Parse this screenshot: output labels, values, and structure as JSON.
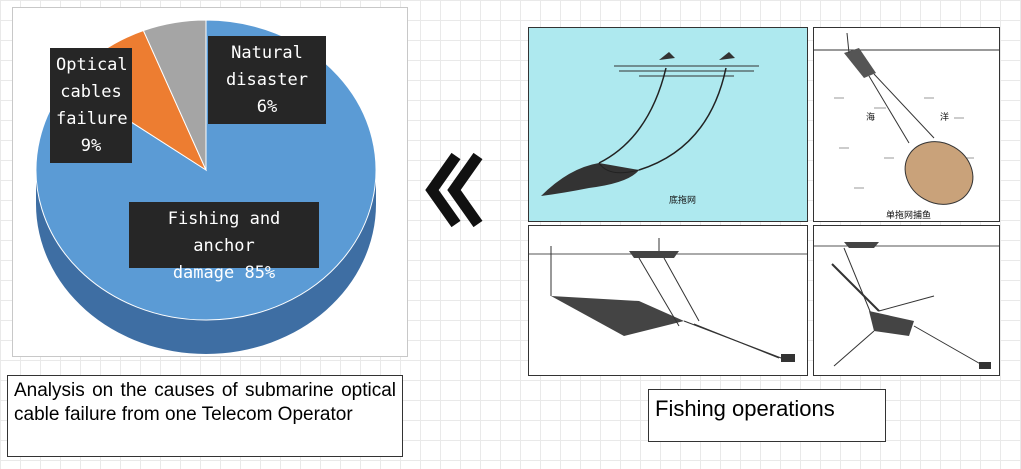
{
  "chart_data": {
    "type": "pie",
    "categories": [
      "Fishing and anchor damage",
      "Optical cables failure",
      "Natural disaster"
    ],
    "values": [
      85,
      9,
      6
    ],
    "labels": [
      [
        "Fishing and anchor",
        "damage 85%"
      ],
      [
        "Optical",
        "cables",
        "failure",
        "9%"
      ],
      [
        "Natural",
        "disaster",
        "6%"
      ]
    ],
    "colors": [
      "#5b9bd5",
      "#ed7d31",
      "#a5a5a5"
    ],
    "side_color": "#3e6ea3",
    "style": "3d",
    "legend": "none"
  },
  "captions": {
    "left": "Analysis on the causes of submarine optical cable failure from one Telecom Operator",
    "right": "Fishing operations"
  },
  "photos": {
    "top_left_caption": "底拖网",
    "top_right_label_1": "海",
    "top_right_label_2": "洋",
    "top_right_caption": "单拖网捕鱼"
  },
  "icons": {
    "arrow": "double-chevron-left-icon"
  }
}
